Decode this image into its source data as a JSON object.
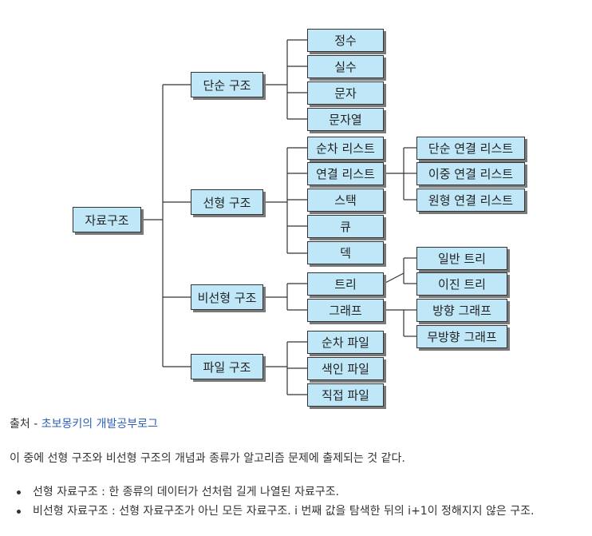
{
  "diagram": {
    "root": "자료구조",
    "simple": {
      "label": "단순 구조",
      "children": [
        "정수",
        "실수",
        "문자",
        "문자열"
      ]
    },
    "linear": {
      "label": "선형 구조",
      "children": [
        "순차 리스트",
        "연결 리스트",
        "스택",
        "큐",
        "덱"
      ],
      "linked_children": [
        "단순 연결 리스트",
        "이중 연결 리스트",
        "원형 연결 리스트"
      ]
    },
    "nonlinear": {
      "label": "비선형 구조",
      "children": [
        "트리",
        "그래프"
      ],
      "tree_children": [
        "일반 트리",
        "이진 트리"
      ],
      "graph_children": [
        "방향 그래프",
        "무방향 그래프"
      ]
    },
    "file": {
      "label": "파일 구조",
      "children": [
        "순차 파일",
        "색인 파일",
        "직접 파일"
      ]
    }
  },
  "colors": {
    "node_fill": "#bfe7f7",
    "node_border": "#333333",
    "link": "#2d5fb8"
  },
  "source": {
    "prefix": "출처 - ",
    "link_text": "초보몽키의 개발공부로그"
  },
  "description": "이 중에 선형 구조와 비선형 구조의 개념과 종류가 알고리즘 문제에 출제되는 것 같다.",
  "bullets": [
    "선형 자료구조 : 한 종류의 데이터가 선처럼 길게 나열된 자료구조.",
    "비선형 자료구조 : 선형 자료구조가 아닌 모든 자료구조. i 번째 값을 탐색한 뒤의 i+1이 정해지지 않은 구조."
  ]
}
